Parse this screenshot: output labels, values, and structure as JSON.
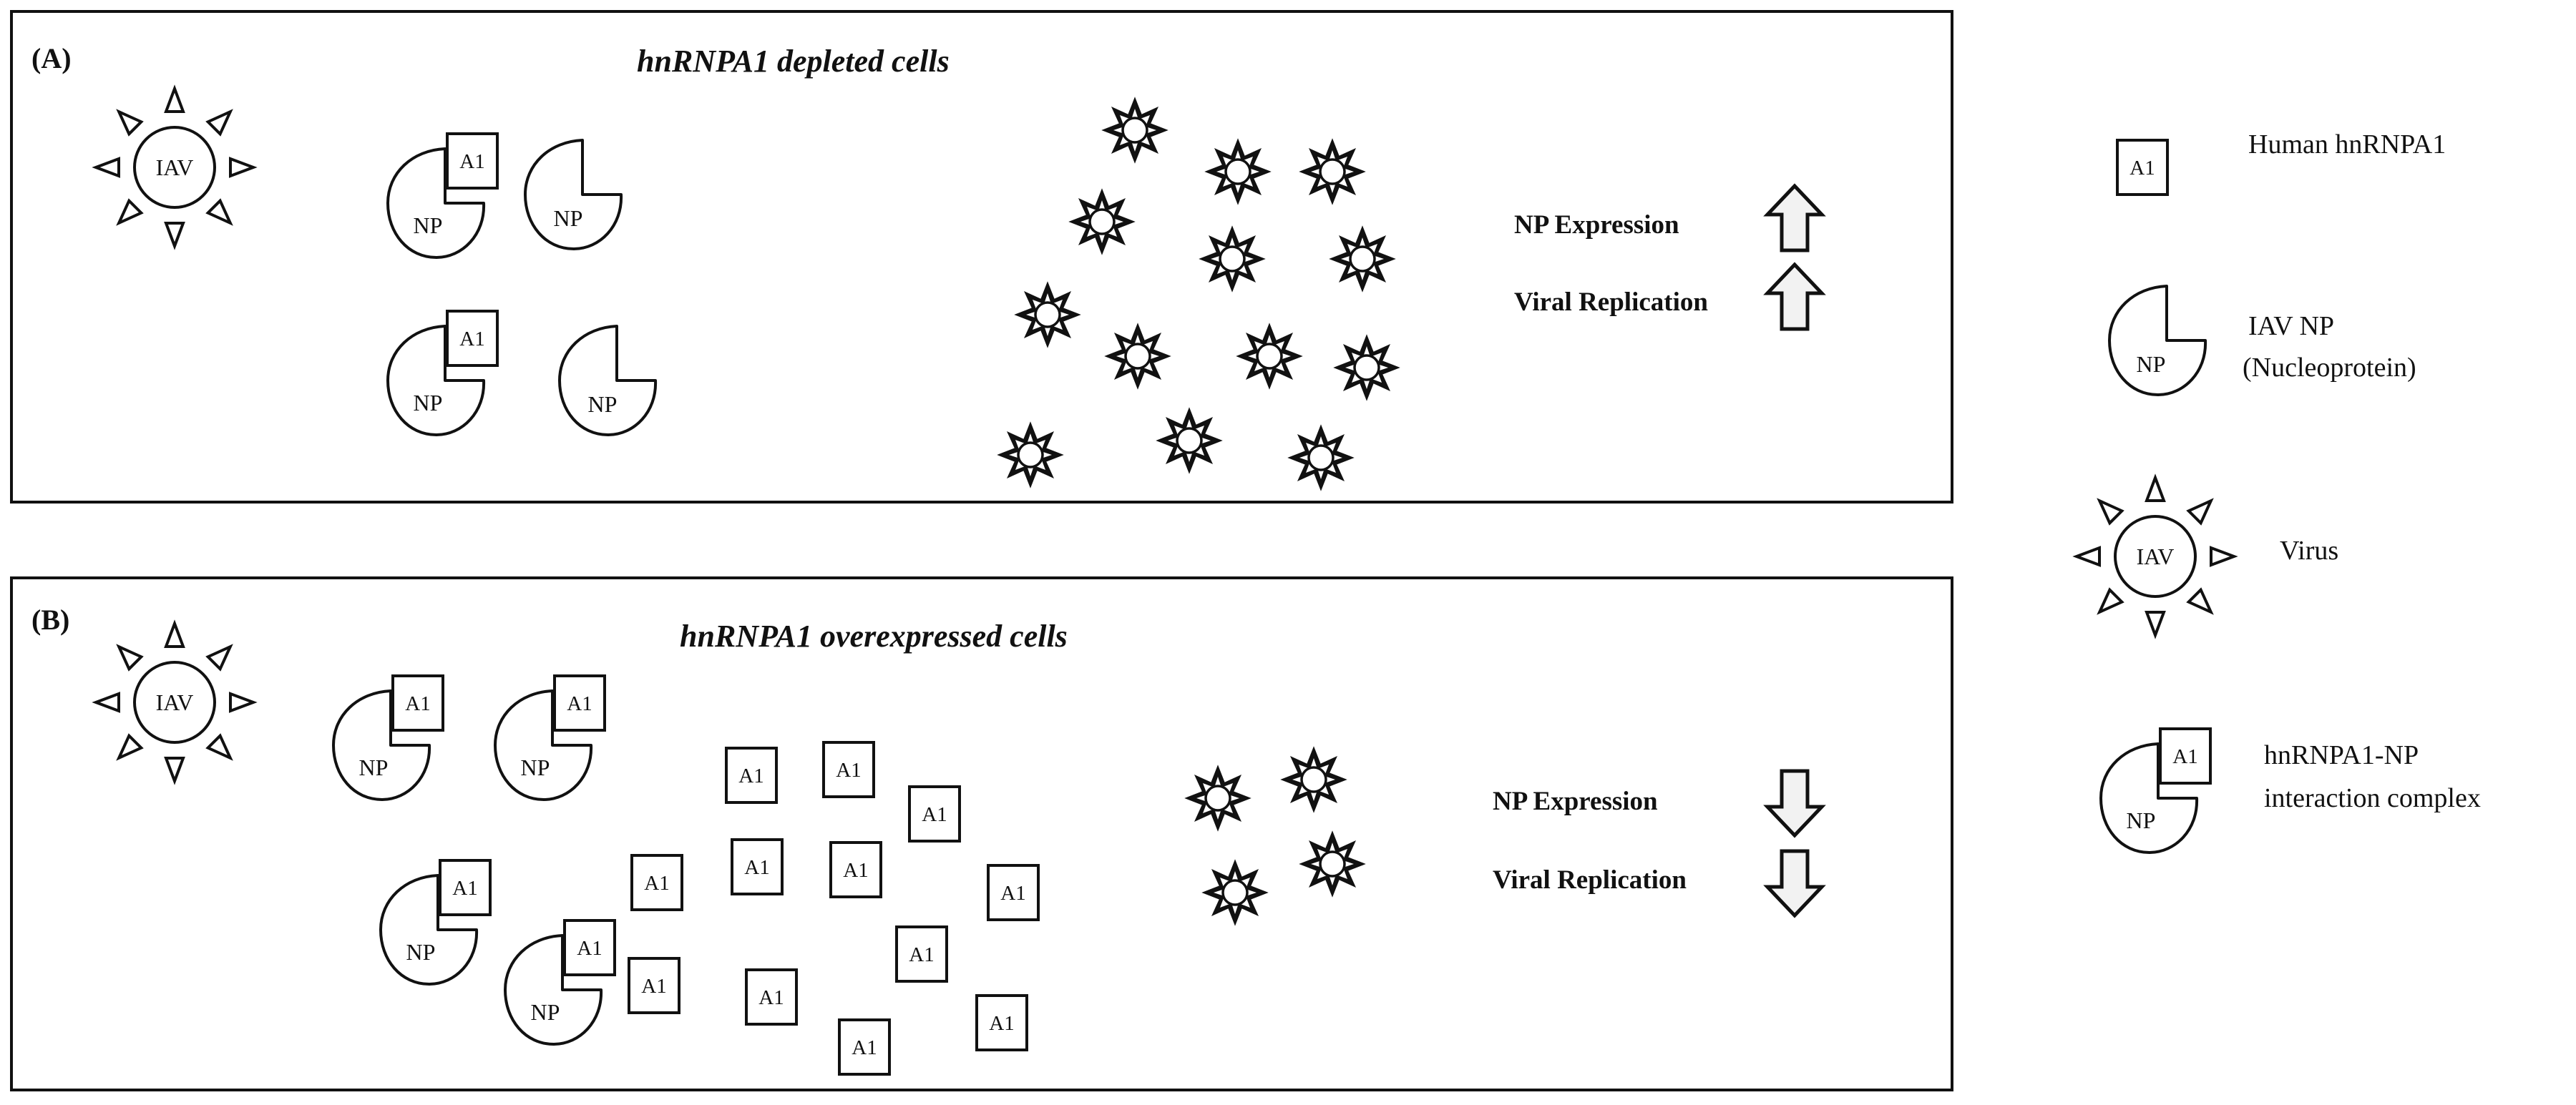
{
  "panels": {
    "a": {
      "label": "(A)",
      "title": "hnRNPA1 depleted cells",
      "np_expression": "NP Expression",
      "viral_replication": "Viral Replication",
      "np_direction": "up",
      "replication_direction": "up"
    },
    "b": {
      "label": "(B)",
      "title": "hnRNPA1 overexpressed cells",
      "np_expression": "NP Expression",
      "viral_replication": "Viral Replication",
      "np_direction": "down",
      "replication_direction": "down"
    }
  },
  "glyphs": {
    "virus": "IAV",
    "hnrnpa1": "A1",
    "np": "NP"
  },
  "legend": {
    "hnrnpa1": "Human hnRNPA1",
    "np_line1": "IAV NP",
    "np_line2": "(Nucleoprotein)",
    "virus": "Virus",
    "complex_line1": "hnRNPA1-NP",
    "complex_line2": "interaction complex"
  },
  "colors": {
    "stroke": "#111111",
    "arrow_fill": "#f2f2f2",
    "background": "#ffffff"
  },
  "icons": [
    "iav-virus-icon",
    "hnrnpa1-icon",
    "np-icon",
    "complex-icon",
    "small-virion-icon",
    "up-arrow-icon",
    "down-arrow-icon"
  ]
}
